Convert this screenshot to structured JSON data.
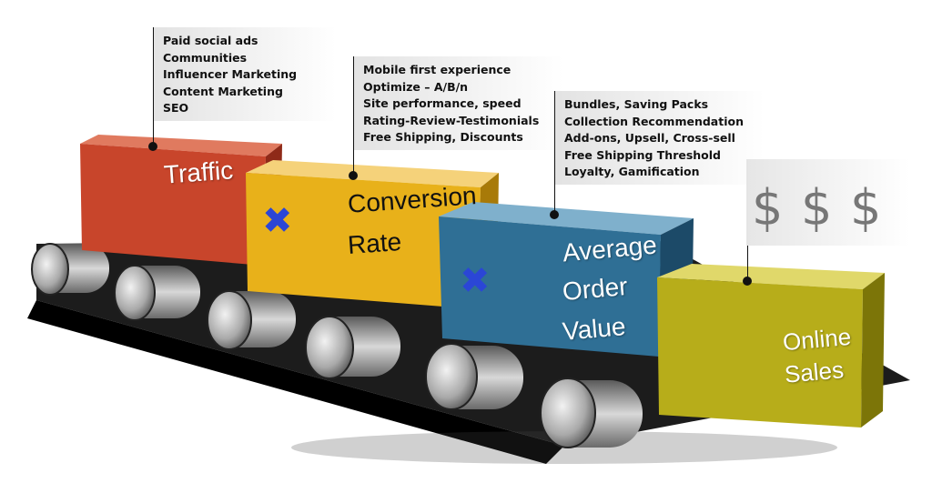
{
  "boxes": {
    "traffic": {
      "label": "Traffic",
      "color": "#c8452b"
    },
    "conversion": {
      "line1": "Conversion",
      "line2": "Rate",
      "color": "#e8b11a"
    },
    "aov": {
      "line1": "Average",
      "line2": "Order",
      "line3": "Value",
      "color": "#2f6f95"
    },
    "sales": {
      "line1": "Online",
      "line2": "Sales",
      "color": "#b7ad1a"
    }
  },
  "callouts": {
    "traffic": [
      "Paid social ads",
      "Communities",
      "Influencer Marketing",
      "Content Marketing",
      "SEO"
    ],
    "conversion": [
      "Mobile first experience",
      "Optimize – A/B/n",
      "Site performance, speed",
      "Rating-Review-Testimonials",
      "Free Shipping, Discounts"
    ],
    "aov": [
      "Bundles, Saving Packs",
      "Collection Recommendation",
      "Add-ons, Upsell, Cross-sell",
      "Free Shipping Threshold",
      "Loyalty, Gamification"
    ]
  },
  "operators": {
    "multiply_1": "✖",
    "multiply_2": "✖",
    "color": "#2b46d6"
  },
  "dollars": [
    "$",
    "$",
    "$"
  ]
}
